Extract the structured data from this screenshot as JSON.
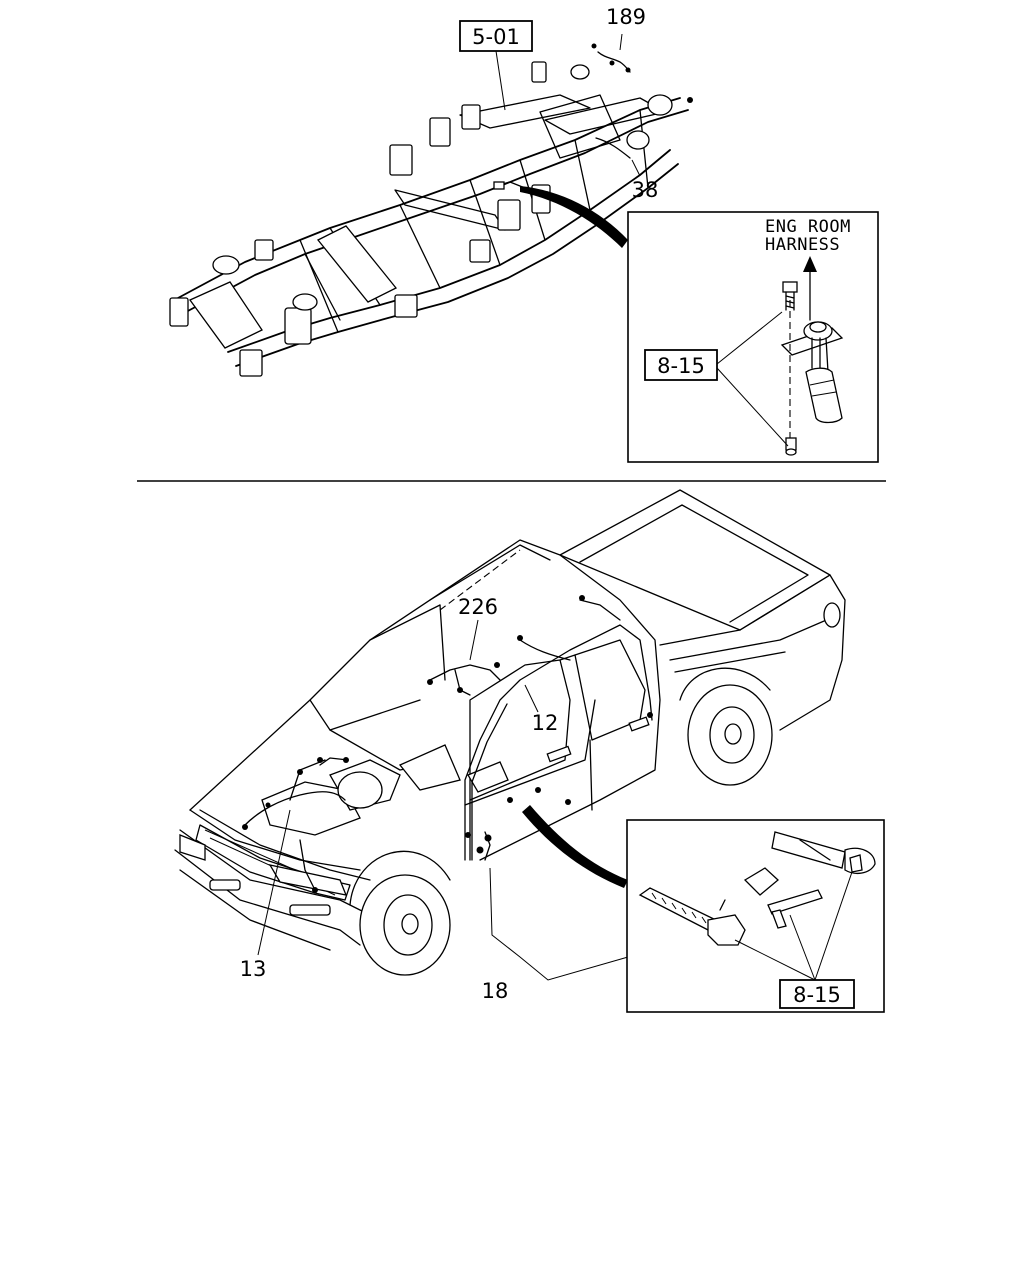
{
  "references": {
    "frame": "5-01",
    "clip_upper": "8-15",
    "clip_lower": "8-15"
  },
  "callouts": {
    "c189": "189",
    "c38": "38",
    "c226": "226",
    "c12": "12",
    "c13": "13",
    "c18": "18"
  },
  "detail_upper": {
    "line1": "ENG ROOM",
    "line2": "HARNESS"
  }
}
